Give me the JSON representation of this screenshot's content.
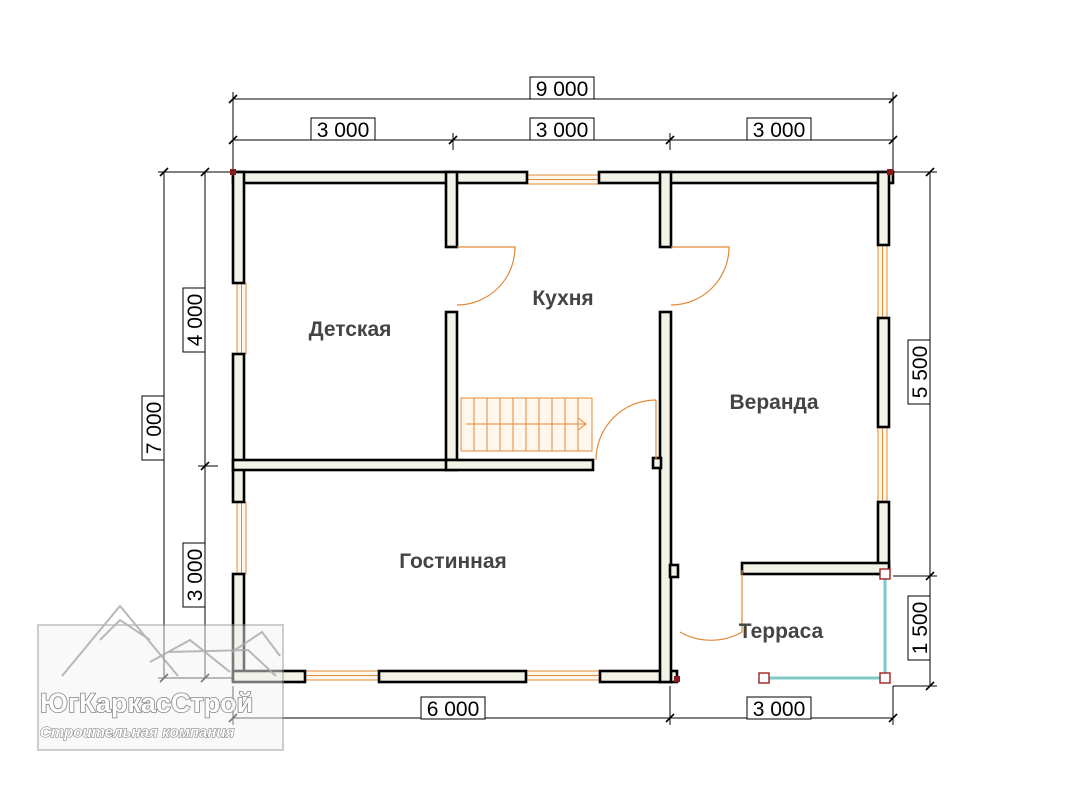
{
  "plan": {
    "overall_width": "9 000",
    "top_sections": [
      "3 000",
      "3 000",
      "3 000"
    ],
    "bottom_sections": [
      "6 000",
      "3 000"
    ],
    "overall_depth": "7 000",
    "left_sections": [
      "4 000",
      "3 000"
    ],
    "right_sections": [
      "5 500",
      "1 500"
    ]
  },
  "rooms": {
    "kids": "Детская",
    "kitchen": "Кухня",
    "veranda": "Веранда",
    "living": "Гостинная",
    "terrace": "Терраса"
  },
  "logo": {
    "title": "ЮгКаркасСтрой",
    "subtitle": "Строительная компания"
  },
  "colors": {
    "wall_fill": "#f2f2e6",
    "window_frame": "#e08a3a",
    "terrace_rail": "#7ec8c8"
  }
}
